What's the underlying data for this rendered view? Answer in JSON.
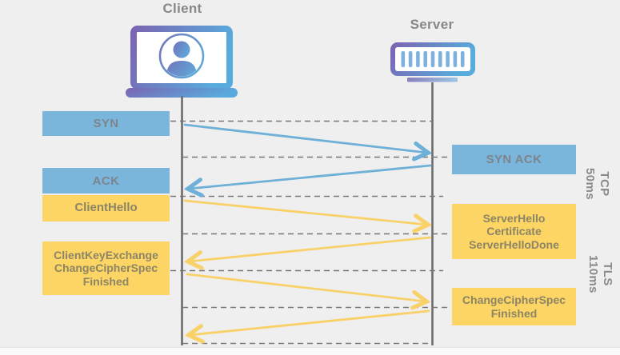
{
  "actors": {
    "client": "Client",
    "server": "Server"
  },
  "boxes": {
    "syn": {
      "label": "SYN"
    },
    "syn_ack": {
      "label": "SYN ACK"
    },
    "ack": {
      "label": "ACK"
    },
    "client_hello": {
      "label": "ClientHello"
    },
    "server_hello": {
      "lines": [
        "ServerHello",
        "Certificate",
        "ServerHelloDone"
      ]
    },
    "client_key_exchange": {
      "lines": [
        "ClientKeyExchange",
        "ChangeCipherSpec",
        "Finished"
      ]
    },
    "change_cipher_spec": {
      "lines": [
        "ChangeCipherSpec",
        "Finished"
      ]
    }
  },
  "phases": {
    "tcp": {
      "name": "TCP",
      "duration": "50ms"
    },
    "tls": {
      "name": "TLS",
      "duration": "110ms"
    }
  },
  "arrows": [
    {
      "label": "SYN",
      "from": "client",
      "to": "server",
      "protocol": "tcp"
    },
    {
      "label": "SYN ACK",
      "from": "server",
      "to": "client",
      "protocol": "tcp"
    },
    {
      "label": "ACK / ClientHello",
      "from": "client",
      "to": "server",
      "protocol": "tls"
    },
    {
      "label": "ServerHello Certificate ServerHelloDone",
      "from": "server",
      "to": "client",
      "protocol": "tls"
    },
    {
      "label": "ClientKeyExchange ChangeCipherSpec Finished",
      "from": "client",
      "to": "server",
      "protocol": "tls"
    },
    {
      "label": "ChangeCipherSpec Finished",
      "from": "server",
      "to": "client",
      "protocol": "tls"
    }
  ],
  "colors": {
    "background": "#f0eff0",
    "tcp_box": "#7ab6dc",
    "tls_box": "#fcd564",
    "blue_arrow": "#6fb0d8",
    "yellow_arrow": "#f8d169",
    "lifeline": "#6b6b6b",
    "dashed_line": "#767676",
    "gradient_purple": "#7b65b2",
    "gradient_blue": "#58abdd"
  }
}
